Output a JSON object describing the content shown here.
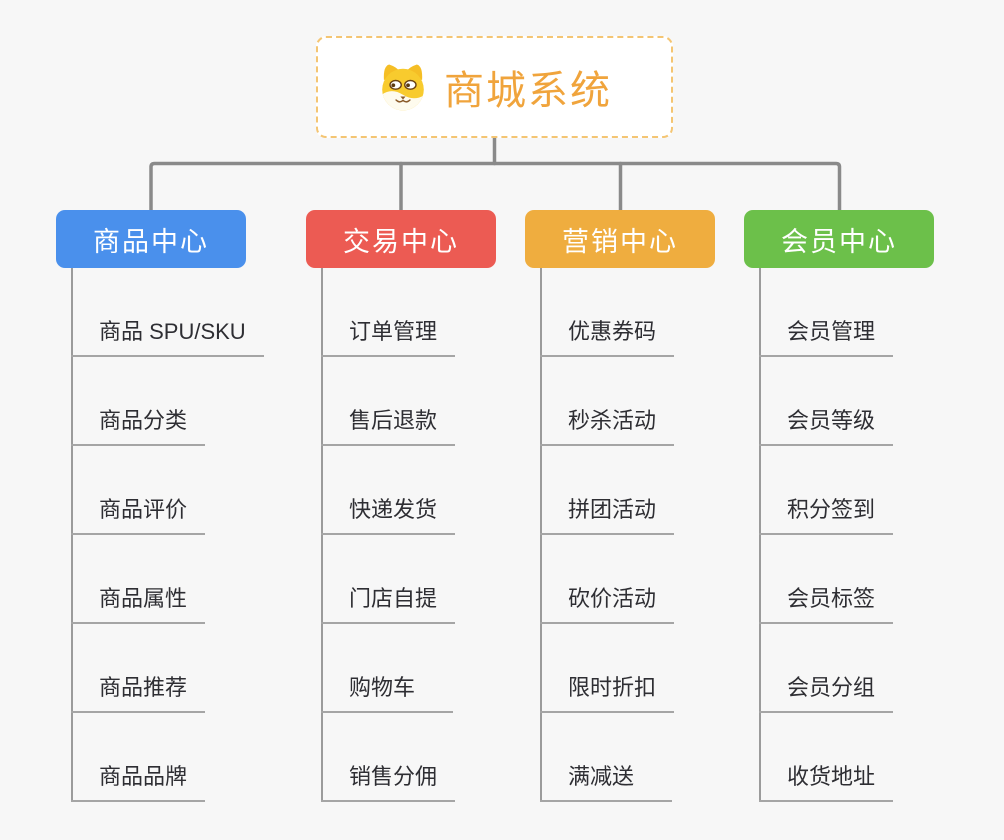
{
  "app": {
    "background": "#F7F7F7"
  },
  "root": {
    "label": "商城系统",
    "icon": "shiba-dog-icon",
    "text_color": "#F0A43C",
    "border_color": "#F4C573"
  },
  "connectors": {
    "tree_line_color": "#8A8A8A",
    "trunk_line_color": "#9B9B9B",
    "underline_color": "#A5A5A5"
  },
  "branches": [
    {
      "label": "商品中心",
      "color": "#4A90EC",
      "children": [
        "商品 SPU/SKU",
        "商品分类",
        "商品评价",
        "商品属性",
        "商品推荐",
        "商品品牌"
      ]
    },
    {
      "label": "交易中心",
      "color": "#EC5B53",
      "children": [
        "订单管理",
        "售后退款",
        "快递发货",
        "门店自提",
        "购物车",
        "销售分佣"
      ]
    },
    {
      "label": "营销中心",
      "color": "#EFAD3F",
      "children": [
        "优惠券码",
        "秒杀活动",
        "拼团活动",
        "砍价活动",
        "限时折扣",
        "满减送"
      ]
    },
    {
      "label": "会员中心",
      "color": "#6CC04A",
      "children": [
        "会员管理",
        "会员等级",
        "积分签到",
        "会员标签",
        "会员分组",
        "收货地址"
      ]
    }
  ]
}
